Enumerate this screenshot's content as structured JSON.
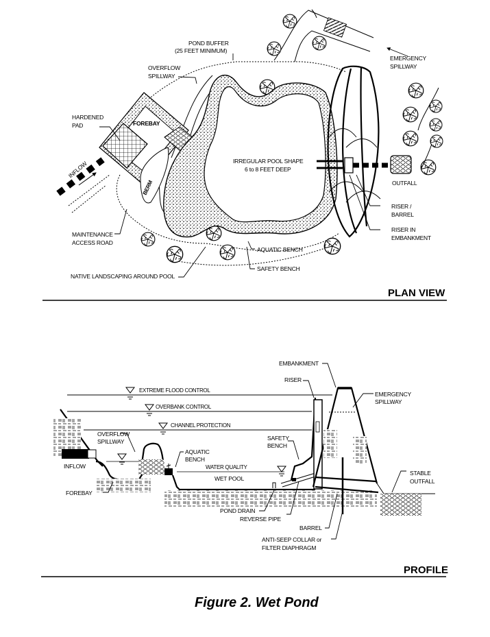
{
  "figure": {
    "caption": "Figure 2. Wet Pond"
  },
  "plan_view": {
    "heading": "PLAN VIEW",
    "labels": {
      "pond_buffer_1": "POND BUFFER",
      "pond_buffer_2": "(25 FEET MINIMUM)",
      "overflow_spillway_1": "OVERFLOW",
      "overflow_spillway_2": "SPILLWAY",
      "hardened_pad_1": "HARDENED",
      "hardened_pad_2": "PAD",
      "forebay": "FOREBAY",
      "inflow": "INFLOW",
      "berm": "BERM",
      "pool_shape_1": "IRREGULAR POOL SHAPE",
      "pool_shape_2": "6 to 8 FEET DEEP",
      "emergency_spillway_1": "EMERGENCY",
      "emergency_spillway_2": "SPILLWAY",
      "outfall": "OUTFALL",
      "riser_barrel_1": "RISER /",
      "riser_barrel_2": "BARREL",
      "riser_embankment_1": "RISER IN",
      "riser_embankment_2": "EMBANKMENT",
      "maintenance_1": "MAINTENANCE",
      "maintenance_2": "ACCESS ROAD",
      "aquatic_bench": "AQUATIC BENCH",
      "safety_bench": "SAFETY BENCH",
      "native_landscaping": "NATIVE LANDSCAPING AROUND POOL"
    }
  },
  "profile_view": {
    "heading": "PROFILE",
    "labels": {
      "embankment": "EMBANKMENT",
      "riser": "RISER",
      "extreme_flood": "EXTREME FLOOD CONTROL",
      "overbank": "OVERBANK CONTROL",
      "channel_protection": "CHANNEL PROTECTION",
      "emergency_spillway_1": "EMERGENCY",
      "emergency_spillway_2": "SPILLWAY",
      "overflow_spillway_1": "OVERFLOW",
      "overflow_spillway_2": "SPILLWAY",
      "aquatic_bench_1": "AQUATIC",
      "aquatic_bench_2": "BENCH",
      "safety_bench_1": "SAFETY",
      "safety_bench_2": "BENCH",
      "water_quality": "WATER QUALITY",
      "wet_pool": "WET POOL",
      "inflow": "INFLOW",
      "forebay": "FOREBAY",
      "pond_drain": "POND DRAIN",
      "reverse_pipe": "REVERSE PIPE",
      "barrel": "BARREL",
      "anti_seep_1": "ANTI-SEEP COLLAR or",
      "anti_seep_2": "FILTER DIAPHRAGM",
      "stable_outfall_1": "STABLE",
      "stable_outfall_2": "OUTFALL"
    }
  }
}
